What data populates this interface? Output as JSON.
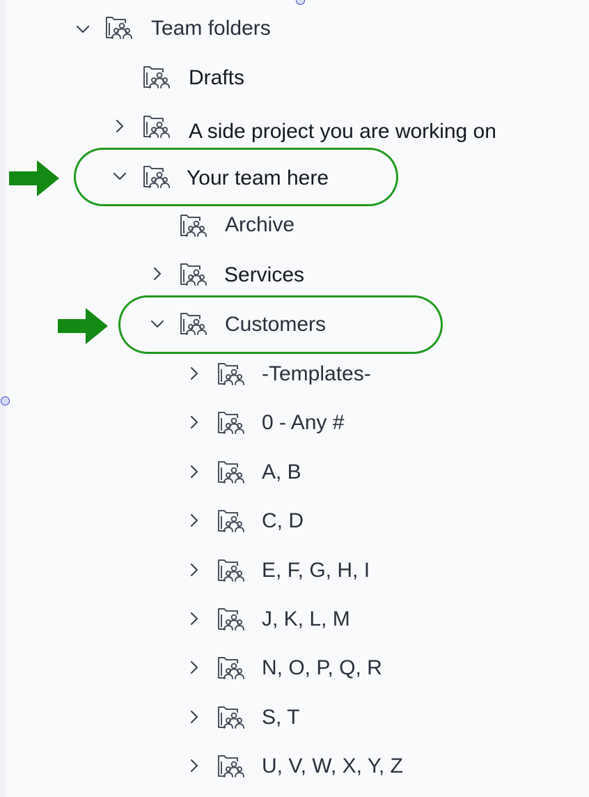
{
  "tree": {
    "team_folders": "Team folders",
    "drafts": "Drafts",
    "side_project": "A side project you are working on",
    "your_team": "Your team here",
    "archive": "Archive",
    "services": "Services",
    "customers": "Customers",
    "customer_groups": [
      "-Templates-",
      "0 - Any #",
      "A, B",
      "C, D",
      "E, F, G, H, I",
      "J, K, L, M",
      "N, O, P, Q, R",
      "S, T",
      "U, V, W, X, Y, Z"
    ]
  },
  "icons": {
    "folder": "team-folder-icon",
    "expanded": "chevron-down-icon",
    "collapsed": "chevron-right-icon",
    "pointer": "arrow-right-icon"
  },
  "colors": {
    "highlight": "#1f9a1f",
    "arrow": "#138a13",
    "text": "#2a2f3c",
    "icon": "#4a4f5c",
    "background": "#f9fafc"
  }
}
